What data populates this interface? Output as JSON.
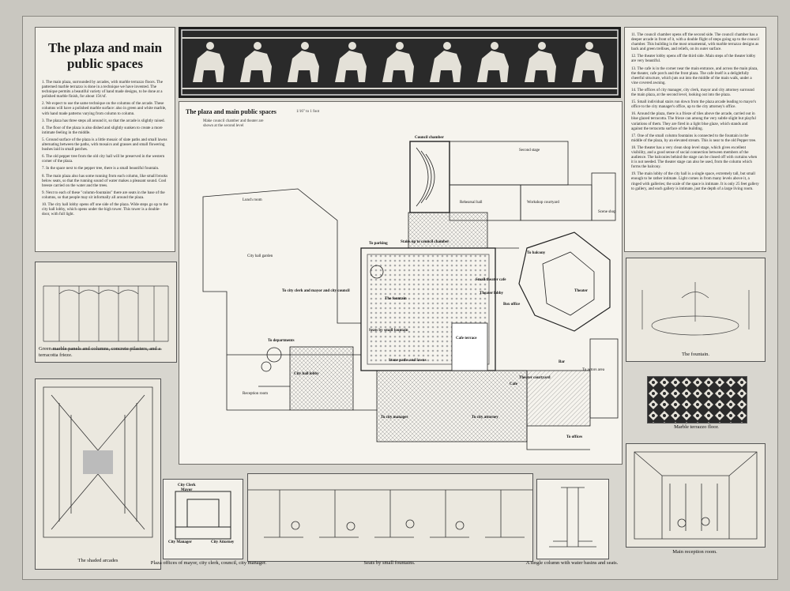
{
  "title": "The plaza and main public spaces",
  "left_paragraphs": [
    "1.  The main plaza, surrounded by arcades, with marble terrazzo floors. The patterned marble terrazzo is done in a technique we have invented. The technique permits a beautiful variety of hand made designs, to be done at a polished marble finish, for about 15¢/sf.",
    "2.  We expect to use the same technique on the columns of the arcade. These columns will have a polished marble surface: also in green and white marble, with hand made patterns varying from column to column.",
    "3.  The plaza has three steps all around it, so that the arcade is slightly raised.",
    "4.  The floor of the plaza is also dished and slightly sunken to create a more intimate feeling in the middle.",
    "5.  Ground surface of the plaza is a little mosaic of slate paths and small lawns alternating between the paths, with mosaics and grasses and small flowering bushes laid in small patches.",
    "6.  The old pepper tree from the old city hall will be preserved in the western corner of the plaza.",
    "7.  In the space next to the pepper tree, there is a small beautiful fountain.",
    "8.  The main plaza also has some running from each column, like small brooks below seats, so that the running sound of water makes a pleasant sound. Cool breeze carried on the water and the trees.",
    "9.  Next to each of these \"column-fountains\" there are seats in the base of the columns, so that people may sit informally all around the plaza.",
    "10.  The city hall lobby opens off one side of the plaza. Wide steps go up to the city hall lobby, which opens under the high tower. This tower is a double-door, with full light."
  ],
  "right_paragraphs": [
    "11.  The council chamber opens off the second side. The council chamber has a deeper arcade in front of it, with a double flight of steps going up to the council chamber. This building is the most ornamental, with marble terrazzo designs as back and green trellises, and reliefs, on its outer surface.",
    "12.  The theater lobby opens off the third side. Main steps of the theater lobby are very beautiful.",
    "13.  The cafe is in the corner near the main entrance, and across the main plaza, the theater, cafe porch and the front plaza. The cafe itself is a delightfully cheerful structure, which juts out into the middle of the main walk, under a vine covered awning.",
    "14.  The offices of city manager, city clerk, mayor and city attorney surround the main plaza, at the second level, looking out into the plaza.",
    "15.  Small individual stairs run down from the plaza arcade leading to mayor's office to the city manager's office, up to the city attorney's office.",
    "16.  Around the plaza, there is a frieze of tiles above the arcade, carried out in blue glazed terracotta. The frieze can among the very subtle slight but playful variations of them. They are fired in a light blue glaze, which stands and against the terracotta surface of the building.",
    "17.  One of the small column fountains is connected to the fountain in the middle of the plaza, by an elevated stream. This is near to the old Pepper tree.",
    "18.  The theater has a very clean shop level stage, which gives excellent visibility, and a good sense of social connection between members of the audience. The balconies behind the stage can be closed off with curtains when it is not needed. The theater stage can also be used, from the column which forms the balcony.",
    "19.  The main lobby of the city hall is a single space, extremely tall, but small enough to be rather intimate. Light comes in from many levels above it, a ringed with galleries; the scale of the space is intimate. It is only 25 feet gallery to gallery, and each gallery is intimate, just the depth of a large living room."
  ],
  "plan": {
    "title": "The plaza and main public spaces",
    "scale": "1/16\" to 1 foot",
    "note": "Make council chamber and theater are shown at the second level",
    "labels": {
      "council_chamber": "Council chamber",
      "second_stage": "Second stage",
      "rehearsal_hall": "Rehearsal hall",
      "workshop_courtyard": "Workshop courtyard",
      "scene_shop": "Scene shop",
      "lunch_room": "Lunch room",
      "city_hall_garden": "City hall garden",
      "to_parking": "To parking",
      "stairs_to_council": "Stairs up to council chamber",
      "to_balcony": "To balcony",
      "theater": "Theater",
      "to_city_clerk": "To city clerk and mayor and city council",
      "the_fountain": "The fountain",
      "small_theater_cafe": "Small theater cafe",
      "lobby": "Theater lobby",
      "box_office": "Box office",
      "seats_by_fountain": "Seats by small fountain",
      "cafe_terrace": "Cafe terrace",
      "tax_departments": "To departments",
      "city_hall_lobby": "City hall lobby",
      "stone_paths": "Stone paths and lawns",
      "bar": "Bar",
      "reception_room": "Reception room",
      "theater_courtyard": "Theater courtyard",
      "to_actors_area": "To actors area",
      "cafe": "Cafe",
      "to_city_manager": "To city manager",
      "to_city_attorney": "To city attorney",
      "to_offices": "To offices"
    }
  },
  "captions": {
    "green_marble": "Green marble panels and columns, concrete pilasters, and a terracotta frieze.",
    "shaded_arcades": "The shaded arcades",
    "plaza_offices": "Plaza offices of mayor, city clerk, council, city manager.",
    "seats_fountains": "Seats by small fountains.",
    "single_column": "A single column with water basins and seats.",
    "fountain": "The fountain.",
    "terrazzo": "Marble terrazzo floor.",
    "reception": "Main reception room."
  },
  "office_plan": {
    "city_clerk": "City Clerk",
    "mayor": "Mayor",
    "city_manager": "City Manager",
    "city_attorney": "City Attorney"
  }
}
